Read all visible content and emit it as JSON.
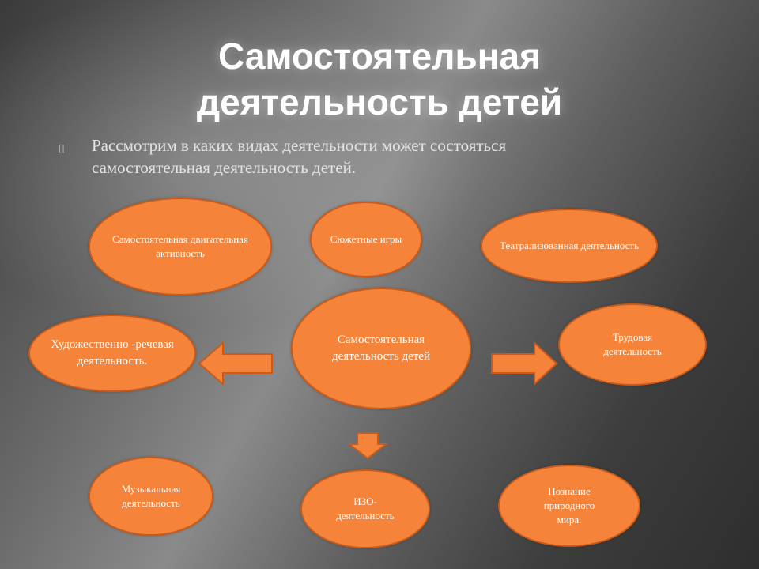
{
  "slide": {
    "title_line1": "Самостоятельная",
    "title_line2": "деятельность детей",
    "bullet_icon": "small-square-bullet",
    "intro_line1": "Рассмотрим в каких видах деятельности может состояться",
    "intro_line2": "самостоятельная деятельность детей."
  },
  "diagram": {
    "center": "Самостоятельная деятельность детей",
    "nodes": {
      "motor": "Самостоятельная двигательная активность",
      "story_games": "Сюжетные игры",
      "theatrical": "Театрализованная деятельность",
      "artistic_speech": "Художественно -речевая деятельность.",
      "labor": "Трудовая деятельность",
      "music": "Музыкальная деятельность",
      "art": "ИЗО- деятельность",
      "nature": "Познание природного мира."
    },
    "colors": {
      "node_fill": "#f5843a",
      "node_border": "#c85b1b",
      "arrow_fill": "#f5843a"
    }
  }
}
